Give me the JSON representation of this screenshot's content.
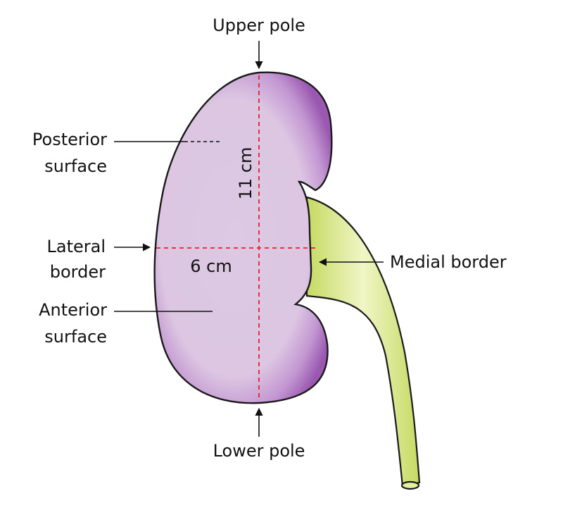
{
  "labels": {
    "upper_pole": "Upper pole",
    "lower_pole": "Lower pole",
    "posterior_line1": "Posterior",
    "posterior_line2": "surface",
    "lateral_line1": "Lateral",
    "lateral_line2": "border",
    "anterior_line1": "Anterior",
    "anterior_line2": "surface",
    "medial_border": "Medial border",
    "length": "11 cm",
    "width": "6 cm"
  },
  "colors": {
    "kidney_fill": "#ddc8e4",
    "kidney_edge": "#9c5cb0",
    "ureter_fill": "#dcea9c",
    "measure_line": "#e8202a"
  }
}
